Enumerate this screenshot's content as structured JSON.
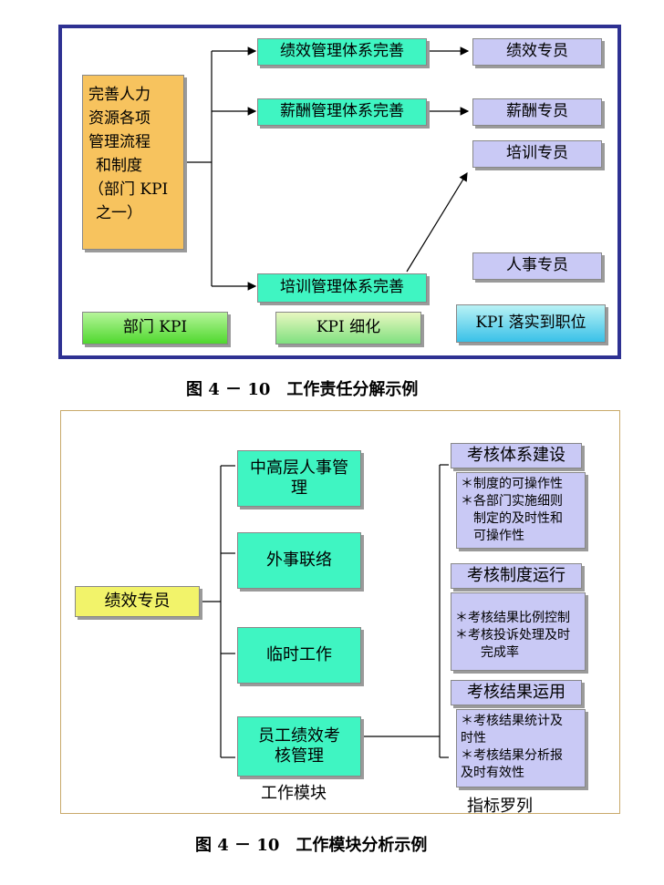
{
  "fig1": {
    "source_box": [
      "完善人力",
      "资源各项",
      "管理流程",
      "和制度",
      "（部门 KPI",
      "之一）"
    ],
    "systems": [
      "绩效管理体系完善",
      "薪酬管理体系完善",
      "培训管理体系完善"
    ],
    "positions": [
      "绩效专员",
      "薪酬专员",
      "培训专员",
      "人事专员"
    ],
    "legend": [
      "部门 KPI",
      "KPI 细化",
      "KPI 落实到职位"
    ],
    "caption": "图 4 － 10　工作责任分解示例"
  },
  "fig2": {
    "root": "绩效专员",
    "modules": [
      "中高层人事管理",
      "外事联络",
      "临时工作",
      "员工绩效考核管理"
    ],
    "module_label": "工作模块",
    "indicator_groups": [
      {
        "title": "考核体系建设",
        "items": [
          "＊制度的可操作性",
          "＊各部门实施细则",
          "　制定的及时性和",
          "　可操作性"
        ]
      },
      {
        "title": "考核制度运行",
        "items": [
          "＊考核结果比例控制",
          "＊考核投诉处理及时",
          "　　完成率"
        ]
      },
      {
        "title": "考核结果运用",
        "items": [
          "＊考核结果统计及",
          "时性",
          "＊考核结果分析报",
          "及时有效性"
        ]
      }
    ],
    "indicator_label": "指标罗列",
    "caption": "图 4 － 10　工作模块分析示例"
  },
  "colors": {
    "frame1": "#2e3192",
    "frame2": "#c8a96a",
    "green": "#3ff5c2",
    "lavender": "#c9c9f5",
    "orange": "#f7c35e"
  }
}
